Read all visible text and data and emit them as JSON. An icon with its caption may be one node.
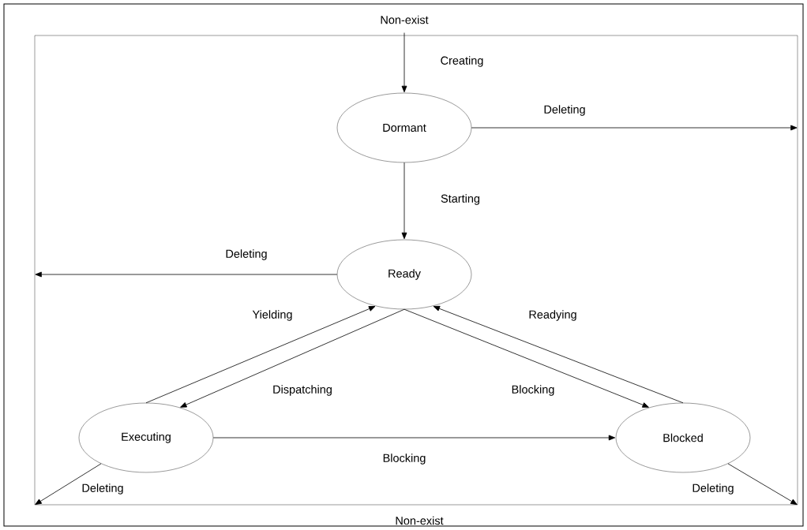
{
  "diagram": {
    "nodes": [
      {
        "text": [
          "Non-exist"
        ]
      },
      {
        "text": [],
        "shape": "box"
      },
      {
        "text": [
          "Dormant"
        ],
        "in": 1
      },
      {
        "text": [
          "Ready"
        ],
        "in": 1
      },
      {
        "text": [
          "Executing"
        ],
        "in": 1
      },
      {
        "text": [
          "Blocked"
        ],
        "in": 1
      },
      {
        "text": [
          "Non-exist"
        ]
      }
    ],
    "edges": [
      {
        "from": 0,
        "to": 2,
        "arrow": "to",
        "label": "Creating"
      },
      {
        "from": 2,
        "to": 1,
        "arrow": "to",
        "label": "Deleting"
      },
      {
        "from": 2,
        "to": 3,
        "arrow": "to",
        "label": "Starting"
      },
      {
        "from": 3,
        "to": 1,
        "arrow": "to",
        "label": "Deleting"
      },
      {
        "from": 4,
        "to": 3,
        "arrow": "to",
        "label": "Yielding"
      },
      {
        "from": 3,
        "to": 4,
        "arrow": "to",
        "label": "Dispatching"
      },
      {
        "from": 3,
        "to": 5,
        "arrow": "to",
        "label": "Blocking"
      },
      {
        "from": 5,
        "to": 3,
        "arrow": "to",
        "label": "Readying"
      },
      {
        "from": 4,
        "to": 5,
        "arrow": "to",
        "label": "Blocking"
      },
      {
        "from": 4,
        "to": 1,
        "arrow": "to",
        "label": "Deleting"
      },
      {
        "from": 5,
        "to": 1,
        "arrow": "to",
        "label": "Deleting"
      }
    ]
  }
}
